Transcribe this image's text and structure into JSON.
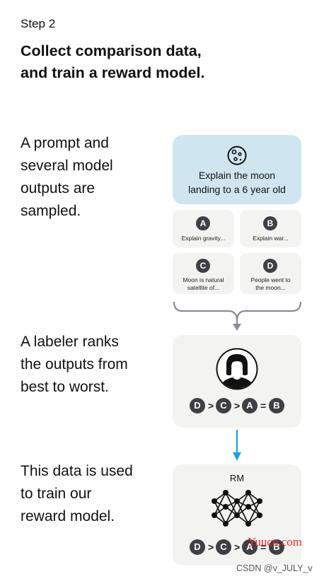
{
  "header": {
    "step_label": "Step 2",
    "title_line1": "Collect comparison data,",
    "title_line2": "and train a reward model."
  },
  "sections": [
    {
      "lines": [
        "A prompt and",
        "several model",
        "outputs are",
        "sampled."
      ]
    },
    {
      "lines": [
        "A labeler ranks",
        "the outputs from",
        "best to worst."
      ]
    },
    {
      "lines": [
        "This data is used",
        "to train our",
        "reward model."
      ]
    }
  ],
  "prompt": {
    "icon": "moon-icon",
    "line1": "Explain the moon",
    "line2": "landing to a 6 year old"
  },
  "outputs": [
    {
      "badge": "A",
      "lines": [
        "Explain gravity..."
      ]
    },
    {
      "badge": "B",
      "lines": [
        "Explain war..."
      ]
    },
    {
      "badge": "C",
      "lines": [
        "Moon is natural",
        "satellite of..."
      ]
    },
    {
      "badge": "D",
      "lines": [
        "People went to",
        "the moon..."
      ]
    }
  ],
  "ranking": {
    "items": [
      "D",
      ">",
      "C",
      ">",
      "A",
      "=",
      "B"
    ]
  },
  "reward_model": {
    "label": "RM",
    "ranking": [
      "D",
      ">",
      "C",
      ">",
      "A",
      "=",
      "B"
    ]
  },
  "colors": {
    "prompt_bg": "#cfe6f1",
    "card_bg": "#f3f3f1",
    "badge": "#3f3f46",
    "arrow_gray": "#8a8a9a",
    "arrow_blue": "#1aa3e8",
    "watermark_red": "#e8302a"
  },
  "watermarks": {
    "site": "Yuucn.com",
    "csdn": "CSDN @v_JULY_v"
  }
}
